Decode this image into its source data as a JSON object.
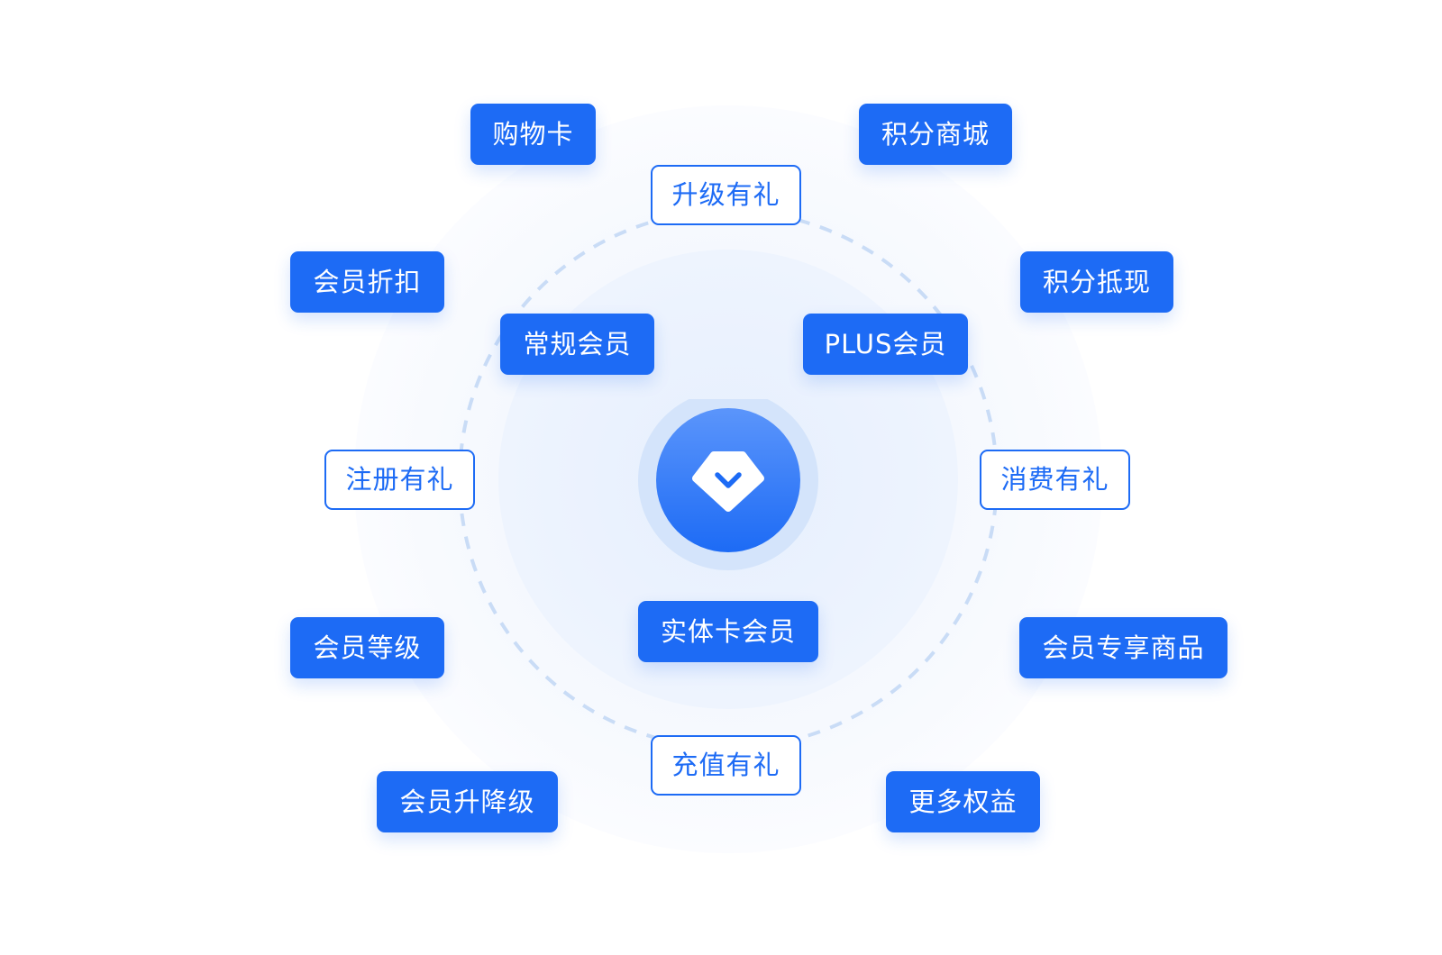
{
  "diagram": {
    "center_icon": "diamond-icon",
    "colors": {
      "accent": "#1d6bf5",
      "dashed_ring": "#c9dcf6",
      "halo": "#d4e4fb"
    },
    "inner_labels": {
      "regular_member": "常规会员",
      "plus_member": "PLUS会员",
      "physical_card_member": "实体卡会员"
    },
    "ring_labels": {
      "upgrade_gift": "升级有礼",
      "register_gift": "注册有礼",
      "consume_gift": "消费有礼",
      "recharge_gift": "充值有礼"
    },
    "outer_labels": {
      "shopping_card": "购物卡",
      "points_mall": "积分商城",
      "member_discount": "会员折扣",
      "points_cash": "积分抵现",
      "member_level": "会员等级",
      "exclusive_goods": "会员专享商品",
      "level_change": "会员升降级",
      "more_benefits": "更多权益"
    }
  }
}
